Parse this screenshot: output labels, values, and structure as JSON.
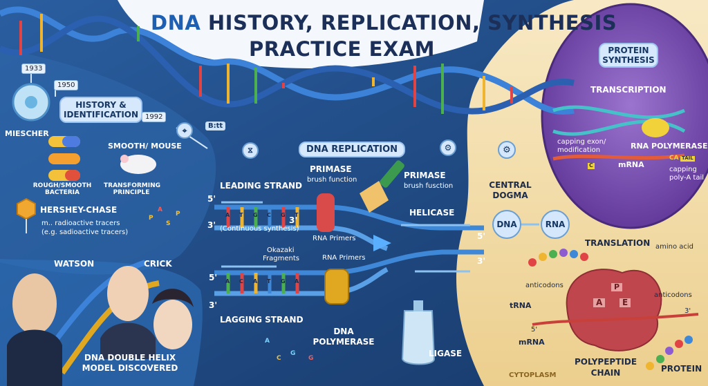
{
  "title": {
    "accent": "DNA",
    "line1": "HISTORY, REPLICATION, SYNTHESIS",
    "line2": "PRACTICE EXAM"
  },
  "history": {
    "heading": "HISTORY & IDENTIFICATION",
    "years": [
      "1933",
      "1950",
      "1992"
    ],
    "miescher": "MIESCHER",
    "smooth_mouse": "SMOOTH/ MOUSE",
    "rough_smooth": "ROUGH/SMOOTH BACTERIA",
    "transforming": "TRANSFORMING PRINCIPLE",
    "hershey": "HERSHEY-CHASE",
    "tracers1": "m.. radioactive tracers",
    "tracers2": "(e.g. sadioactive tracers)",
    "watson": "WATSON",
    "crick": "CRICK",
    "model_line1": "DNA DOUBLE HELIX",
    "model_line2": "MODEL DISCOVERED",
    "icon_text": "B:tt",
    "tracer_letters": [
      "P",
      "A",
      "S",
      "P"
    ]
  },
  "replication": {
    "heading": "DNA REPLICATION",
    "leading": "LEADING STRAND",
    "lagging": "LAGGING STRAND",
    "five": "5'",
    "three": "3'",
    "continuous": "(Continuous synthesis)",
    "primase": "PRIMASE",
    "brush": "brush function",
    "brush2": "brush fusction",
    "helicase": "HELICASE",
    "rna_primers": "RNA Primers",
    "okazaki1": "Okazaki",
    "okazaki2": "Fragments",
    "polymerase1": "DNA",
    "polymerase2": "POLYMERASE",
    "ligase": "LIGASE",
    "base_letters": [
      "A",
      "T",
      "G",
      "C",
      "G",
      "T",
      "A",
      "C",
      "A",
      "T",
      "G",
      "A",
      "C",
      "T",
      "G"
    ],
    "nucleotides": [
      "A",
      "C",
      "G",
      "G"
    ]
  },
  "central": {
    "line1": "CENTRAL",
    "line2": "DOGMA",
    "dna": "DNA",
    "rna": "RNA"
  },
  "protein": {
    "heading1": "PROTEIN",
    "heading2": "SYNTHESIS",
    "transcription": "TRANSCRIPTION",
    "capping1": "capping exon/",
    "capping2": "modification",
    "rna_pol": "RNA POLYMERASE",
    "mrna": "mRNA",
    "cap_tag": "CA",
    "tail_tag": "TAIL",
    "capping_tail1": "capping",
    "capping_tail2": "poly-A tail",
    "c_tag": "C",
    "translation": "TRANSLATION",
    "amino_acid": "amino acid",
    "anticodons": "anticodons",
    "anticodons2": "anticodons",
    "trna": "tRNA",
    "five": "5'",
    "three": "3'",
    "mrna2": "mRNA",
    "sites": [
      "A",
      "P",
      "E"
    ],
    "cytoplasm": "CYTOPLASM",
    "polypeptide1": "POLYPEPTIDE",
    "polypeptide2": "CHAIN",
    "protein": "PROTEIN"
  },
  "colors": {
    "nucleus": "#7a4fb3",
    "cytoplasm": "#f5e2b4",
    "background": "#1b3f78",
    "ribosome": "#c0464e",
    "accent": "#1d5fb3"
  }
}
